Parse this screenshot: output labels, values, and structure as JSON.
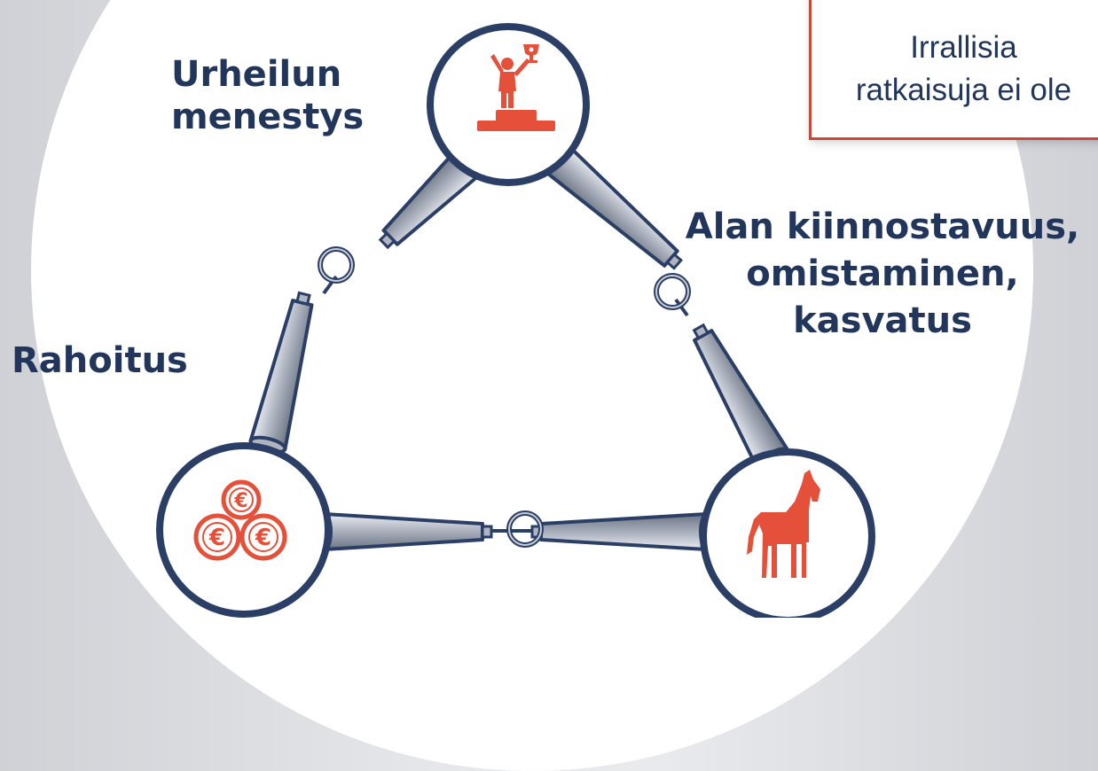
{
  "labels": {
    "sport_line1": "Urheilun",
    "sport_line2": "menestys",
    "interest_line1": "Alan kiinnostavuus,",
    "interest_line2": "omistaminen,",
    "interest_line3": "kasvatus",
    "funding": "Rahoitus"
  },
  "note": {
    "line1": "Irrallisia",
    "line2": "ratkaisuja ei ole"
  },
  "icons": {
    "top": "winner-podium-icon",
    "bottom_left": "euro-coins-icon",
    "bottom_right": "horse-icon"
  },
  "colors": {
    "navy": "#22355b",
    "accent_red": "#e4503a",
    "ring_outline": "#2b3f66"
  }
}
